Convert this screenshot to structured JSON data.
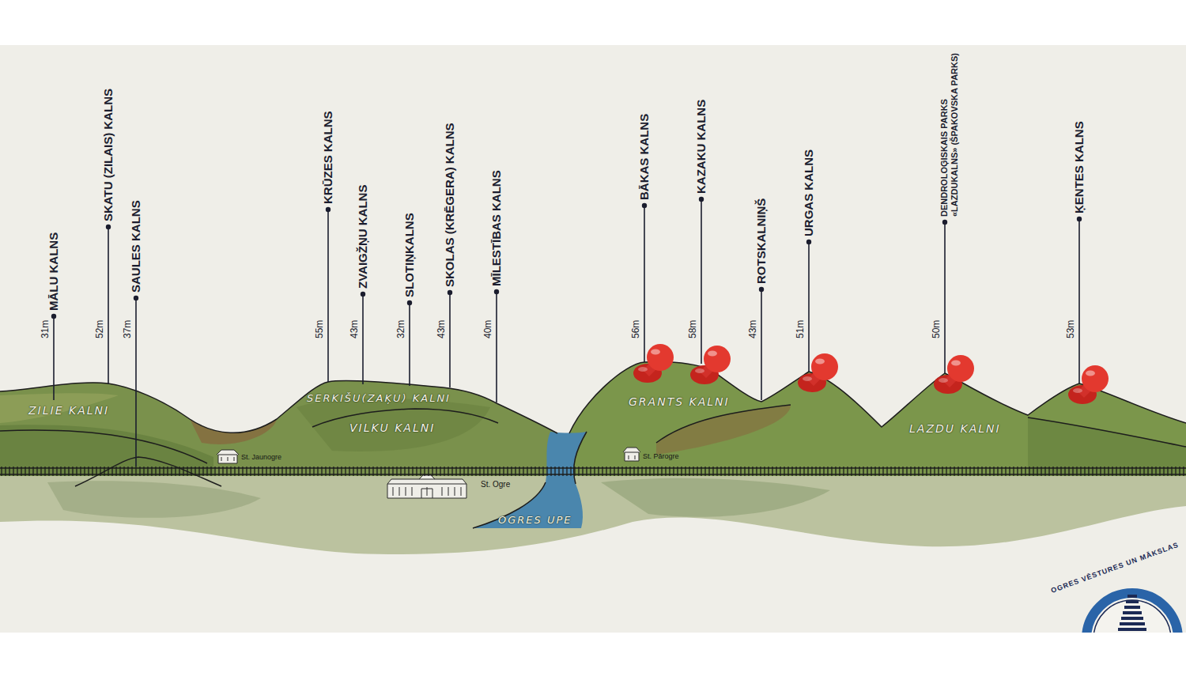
{
  "diagram": {
    "labels": [
      "MĀLU KALNS",
      "31m",
      "SKATU (ZILAIS) KALNS",
      "52m",
      "SAULES KALNS",
      "37m",
      "KRŪZES KALNS",
      "55m",
      "ZVAIGŽŅU KALNS",
      "43m",
      "SLOTIŅKALNS",
      "32m",
      "SKOLAS (KRĒGERA) KALNS",
      "43m",
      "MĪLESTĪBAS KALNS",
      "40m",
      "BĀKAS KALNS",
      "56m",
      "KAZAKU KALNS",
      "58m",
      "ROTSKALNIŅŠ",
      "43m",
      "URGAS KALNS",
      "51m",
      "DENDROLOĢISKAIS PARKS «LAZDUKALNS» (ŠPAKOVSKA PARKS)",
      "50m",
      "ĶENTES KALNS",
      "53m",
      "ZILIE KALNI",
      "SERKIŠU(ZAĶU) KALNI",
      "VILKU KALNI",
      "St. Jaunogre",
      "St. Ogre",
      "GRANTS KALNI",
      "St. Pārogre",
      "LAZDU KALNI",
      "OGRES UPE",
      "OGRES VĒSTURES UN MĀKSLAS"
    ]
  }
}
